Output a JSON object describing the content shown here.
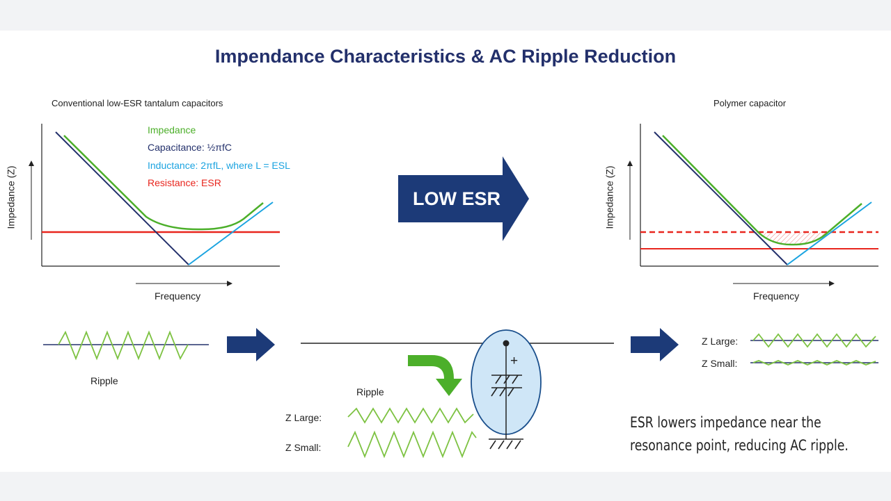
{
  "title": "Impendance Characteristics & AC Ripple Reduction",
  "left_panel": {
    "title": "Conventional low-ESR tantalum capacitors",
    "y_axis": "Impedance (Z)",
    "x_axis": "Frequency",
    "legend": [
      {
        "label": "Impedance",
        "color": "#4caf2a"
      },
      {
        "label": "Capacitance: ½πfC",
        "color": "#23306b"
      },
      {
        "label": "Inductance: 2πfL, where L = ESL",
        "color": "#1aa3e0"
      },
      {
        "label": "Resistance: ESR",
        "color": "#e8251d"
      }
    ]
  },
  "right_panel": {
    "title": "Polymer capacitor",
    "y_axis": "Impedance (Z)",
    "x_axis": "Frequency"
  },
  "center_arrow": {
    "label": "LOW ESR",
    "color": "#1c3a78"
  },
  "ripple_left": {
    "label": "Ripple"
  },
  "circuit": {
    "ripple_label": "Ripple",
    "z_large": "Z Large:",
    "z_small": "Z Small:",
    "plus_sign": "+"
  },
  "ripple_right": {
    "z_large": "Z Large:",
    "z_small": "Z Small:"
  },
  "note": {
    "line1": "ESR lowers impedance near the",
    "line2": "resonance point, reducing AC ripple."
  },
  "colors": {
    "title": "#23306b",
    "impedance": "#4caf2a",
    "capacitance": "#23306b",
    "inductance": "#1aa3e0",
    "resistance": "#e8251d",
    "arrow": "#1c3a78",
    "capacitor_fill": "#cfe6f7",
    "capacitor_stroke": "#1a4f8c",
    "green_arrow": "#4caf2a"
  }
}
